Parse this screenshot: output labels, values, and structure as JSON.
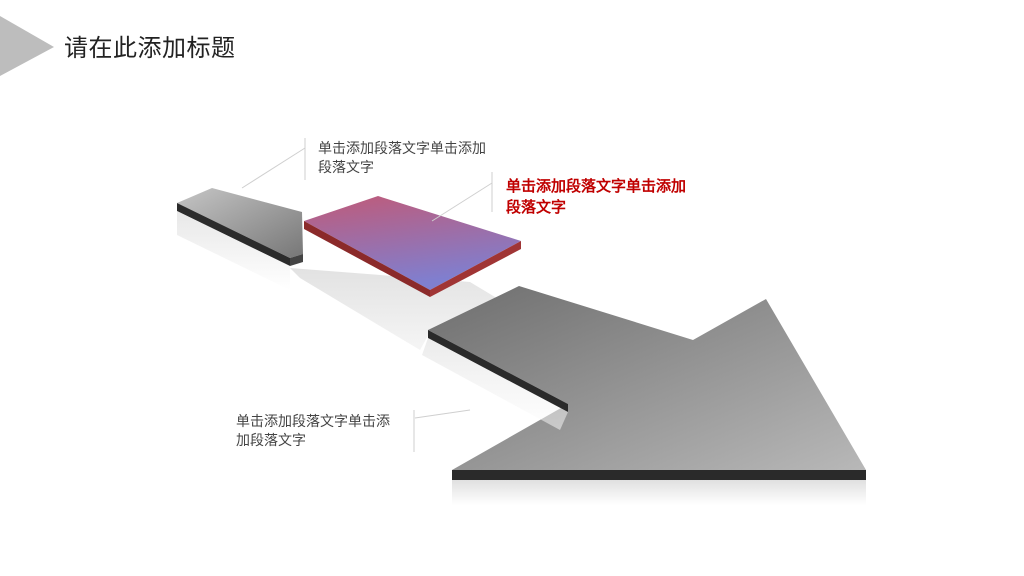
{
  "slide": {
    "title": "请在此添加标题"
  },
  "callouts": {
    "top_text": "单击添加段落文字单击添加段落文字",
    "highlight_text": "单击添加段落文字单击添加段落文字",
    "bottom_text": "单击添加段落文字单击添加段落文字"
  },
  "colors": {
    "highlight": "#c00000",
    "plate": "#8a6fb0",
    "arrow": "#8c8c8c"
  }
}
